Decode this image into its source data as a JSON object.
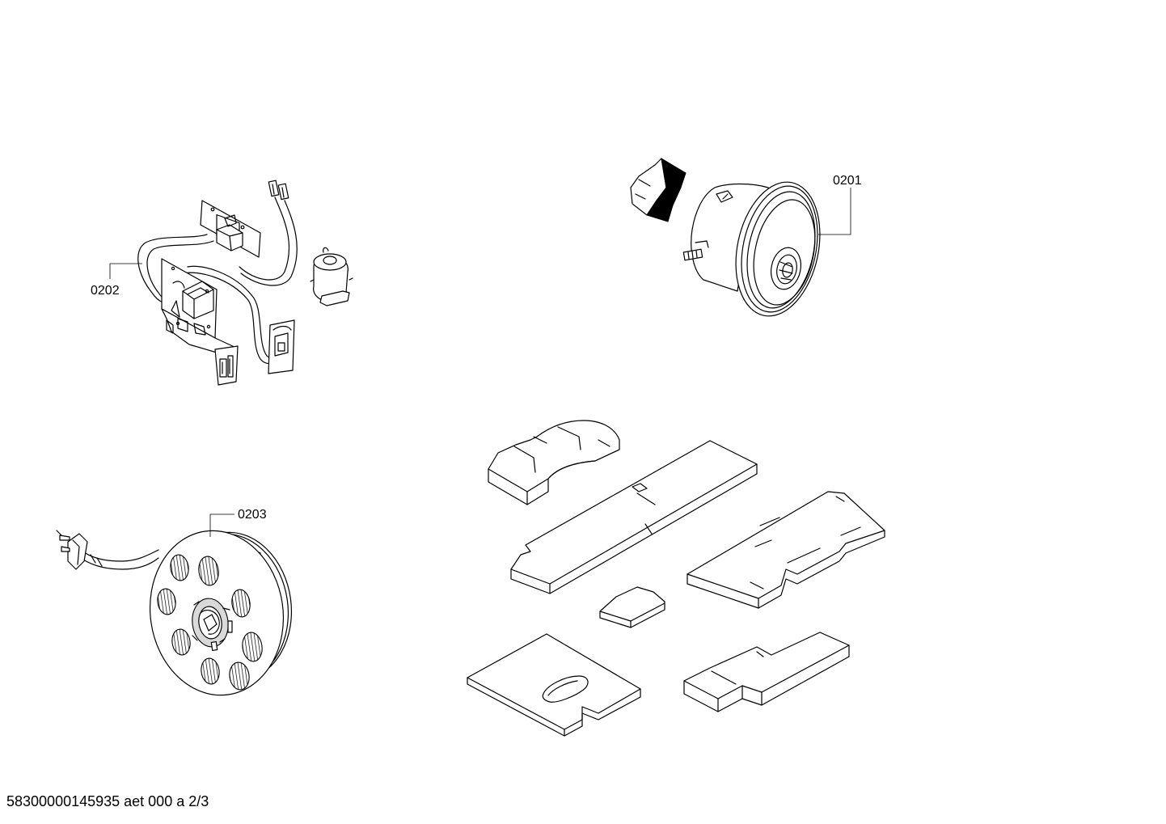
{
  "callouts": {
    "c0201": "0201",
    "c0202": "0202",
    "c0203": "0203"
  },
  "footer_code": "58300000145935 aet 000 a 2/3",
  "colors": {
    "line": "#000000",
    "background": "#ffffff",
    "shade": "#d9d9d9"
  }
}
